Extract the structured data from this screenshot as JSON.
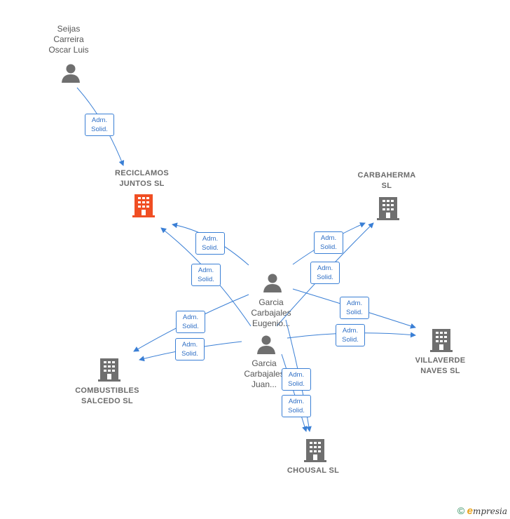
{
  "nodes": {
    "seijas": {
      "label_lines": [
        "Seijas",
        "Carreira",
        "Oscar Luis"
      ]
    },
    "reciclamos": {
      "label_lines": [
        "RECICLAMOS",
        "JUNTOS  SL"
      ]
    },
    "carbaherma": {
      "label_lines": [
        "CARBAHERMA",
        "SL"
      ]
    },
    "garcia_eugenio": {
      "label_lines": [
        "Garcia",
        "Carbajales",
        "Eugenio..."
      ]
    },
    "garcia_juan": {
      "label_lines": [
        "Garcia",
        "Carbajales",
        "Juan..."
      ]
    },
    "villaverde": {
      "label_lines": [
        "VILLAVERDE",
        "NAVES  SL"
      ]
    },
    "combustibles": {
      "label_lines": [
        "COMBUSTIBLES",
        "SALCEDO SL"
      ]
    },
    "chousal": {
      "label_lines": [
        "CHOUSAL SL"
      ]
    }
  },
  "badge": {
    "line1": "Adm.",
    "line2": "Solid."
  },
  "colors": {
    "edge": "#3a7fd5",
    "icon_gray": "#6f6f6f",
    "highlight": "#f04e23"
  },
  "brand": {
    "copyright": "©",
    "e": "e",
    "rest": "mpresia"
  }
}
